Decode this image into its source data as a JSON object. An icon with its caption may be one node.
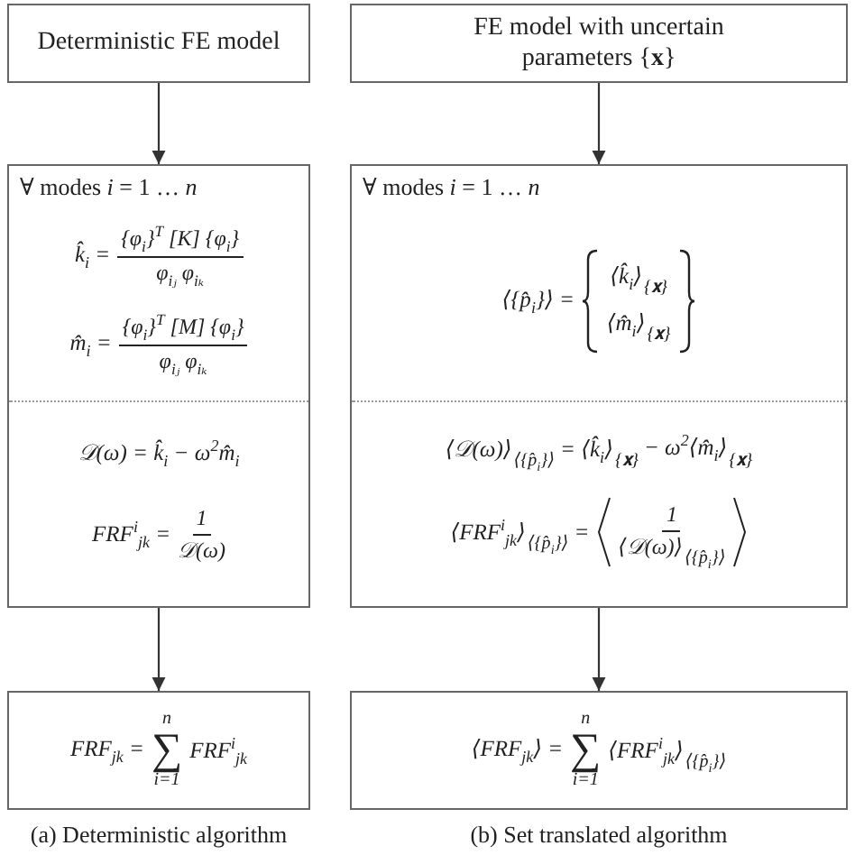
{
  "diagram": {
    "nodes": [
      {
        "text": [
          "Deterministic FE model"
        ]
      },
      {
        "text": [
          "∀ modes *i* = 1 … *n*",
          "k̂$_{i}$ =",
          "{φ$_{i}$}$^{T}$ [K] {φ$_{i}$}",
          "φ$_{iⱼ}$ φ$_{iₖ}$",
          "m̂$_{i}$ =",
          "{φ$_{i}$}$^{T}$ [M] {φ$_{i}$}",
          "φ$_{iⱼ}$ φ$_{iₖ}$",
          "𝒟(ω) = k̂$_{i}$ − ω$^{2}$m̂$_{i}$",
          "FRF$^{i}$$_{jk}$ =",
          "1",
          "𝒟(ω)"
        ]
      },
      {
        "text": [
          "FRF$_{jk}$ =",
          "n",
          "∑",
          "i=1",
          "FRF$^{i}$$_{jk}$"
        ]
      },
      {
        "text": [
          "FE model with uncertain parameters {**x**}"
        ]
      },
      {
        "text": [
          "∀ modes *i* = 1 … *n*",
          "⟨{p̂$_{i}$}⟩ =",
          "⟨k̂$_{i}$⟩",
          "{𝐱}",
          "⟨m̂$_{i}$⟩",
          "{𝐱}",
          "⟨𝒟(ω)⟩",
          "⟨{p̂$_{i}$}⟩",
          "= ⟨k̂$_{i}$⟩",
          "{𝐱}",
          "− ω$^{2}$⟨m̂$_{i}$⟩",
          "{𝐱}",
          "⟨FRF$^{i}$$_{jk}$⟩",
          "⟨{p̂$_{i}$}⟩",
          "=",
          "1",
          "⟨𝒟(ω)⟩",
          "⟨{p̂$_{i}$}⟩"
        ]
      },
      {
        "text": [
          "⟨FRF$_{jk}$⟩ =",
          "n",
          "∑",
          "i=1",
          "⟨FRF$^{i}$$_{jk}$⟩",
          "⟨{p̂$_{i}$}⟩"
        ]
      }
    ],
    "edges": [
      {
        "from": 0,
        "to": 1,
        "arrow": "to"
      },
      {
        "from": 1,
        "to": 2,
        "arrow": "to"
      },
      {
        "from": 3,
        "to": 4,
        "arrow": "to"
      },
      {
        "from": 4,
        "to": 5,
        "arrow": "to"
      }
    ],
    "labels": [
      "(a) Deterministic algorithm",
      "(b) Set translated algorithm"
    ]
  }
}
